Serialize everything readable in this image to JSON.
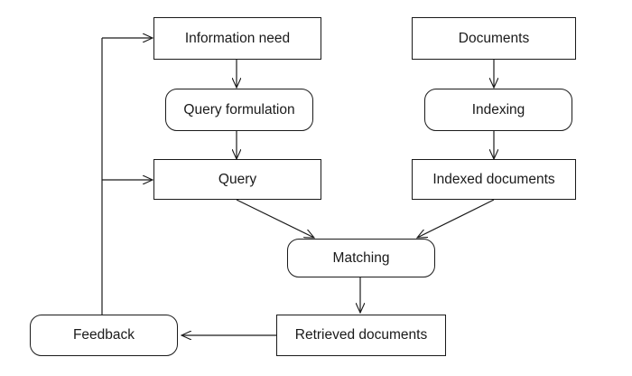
{
  "nodes": {
    "information_need": "Information need",
    "query_formulation": "Query formulation",
    "query": "Query",
    "documents": "Documents",
    "indexing": "Indexing",
    "indexed_documents": "Indexed documents",
    "matching": "Matching",
    "retrieved_documents": "Retrieved documents",
    "feedback": "Feedback"
  }
}
